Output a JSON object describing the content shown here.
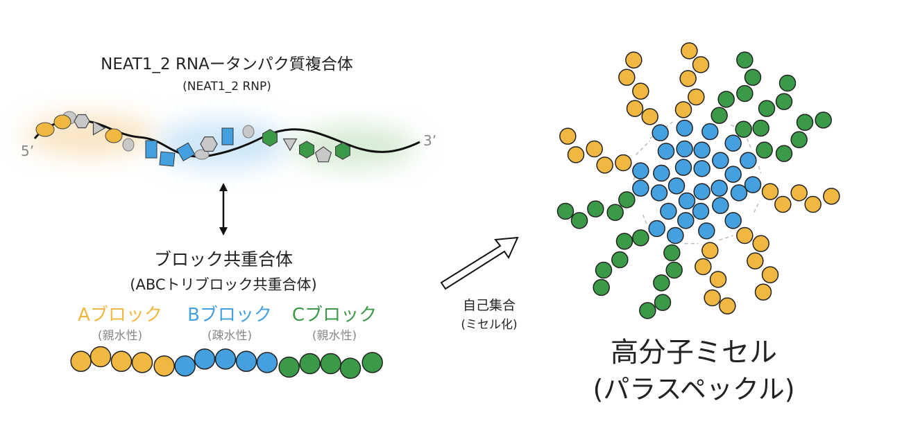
{
  "rnp": {
    "title": "NEAT1_2 RNAータンパク質複合体",
    "subtitle": "(NEAT1_2 RNP)",
    "five_prime": "5’",
    "three_prime": "3’"
  },
  "copolymer": {
    "title": "ブロック共重合体",
    "subtitle": "(ABCトリブロック共重合体)",
    "blocks": [
      {
        "label": "Aブロック",
        "property": "(親水性)"
      },
      {
        "label": "Bブロック",
        "property": "(疎水性)"
      },
      {
        "label": "Cブロック",
        "property": "(親水性)"
      }
    ]
  },
  "process": {
    "label": "自己集合",
    "sublabel": "(ミセル化)"
  },
  "micelle": {
    "title": "高分子ミセル",
    "subtitle": "(パラスペックル)"
  },
  "colors": {
    "a_block": "#F0B840",
    "b_block": "#45A0E0",
    "c_block": "#3A9A48",
    "protein_gray": "#C8C8C8",
    "text": "#222222",
    "subtext": "#888888"
  }
}
